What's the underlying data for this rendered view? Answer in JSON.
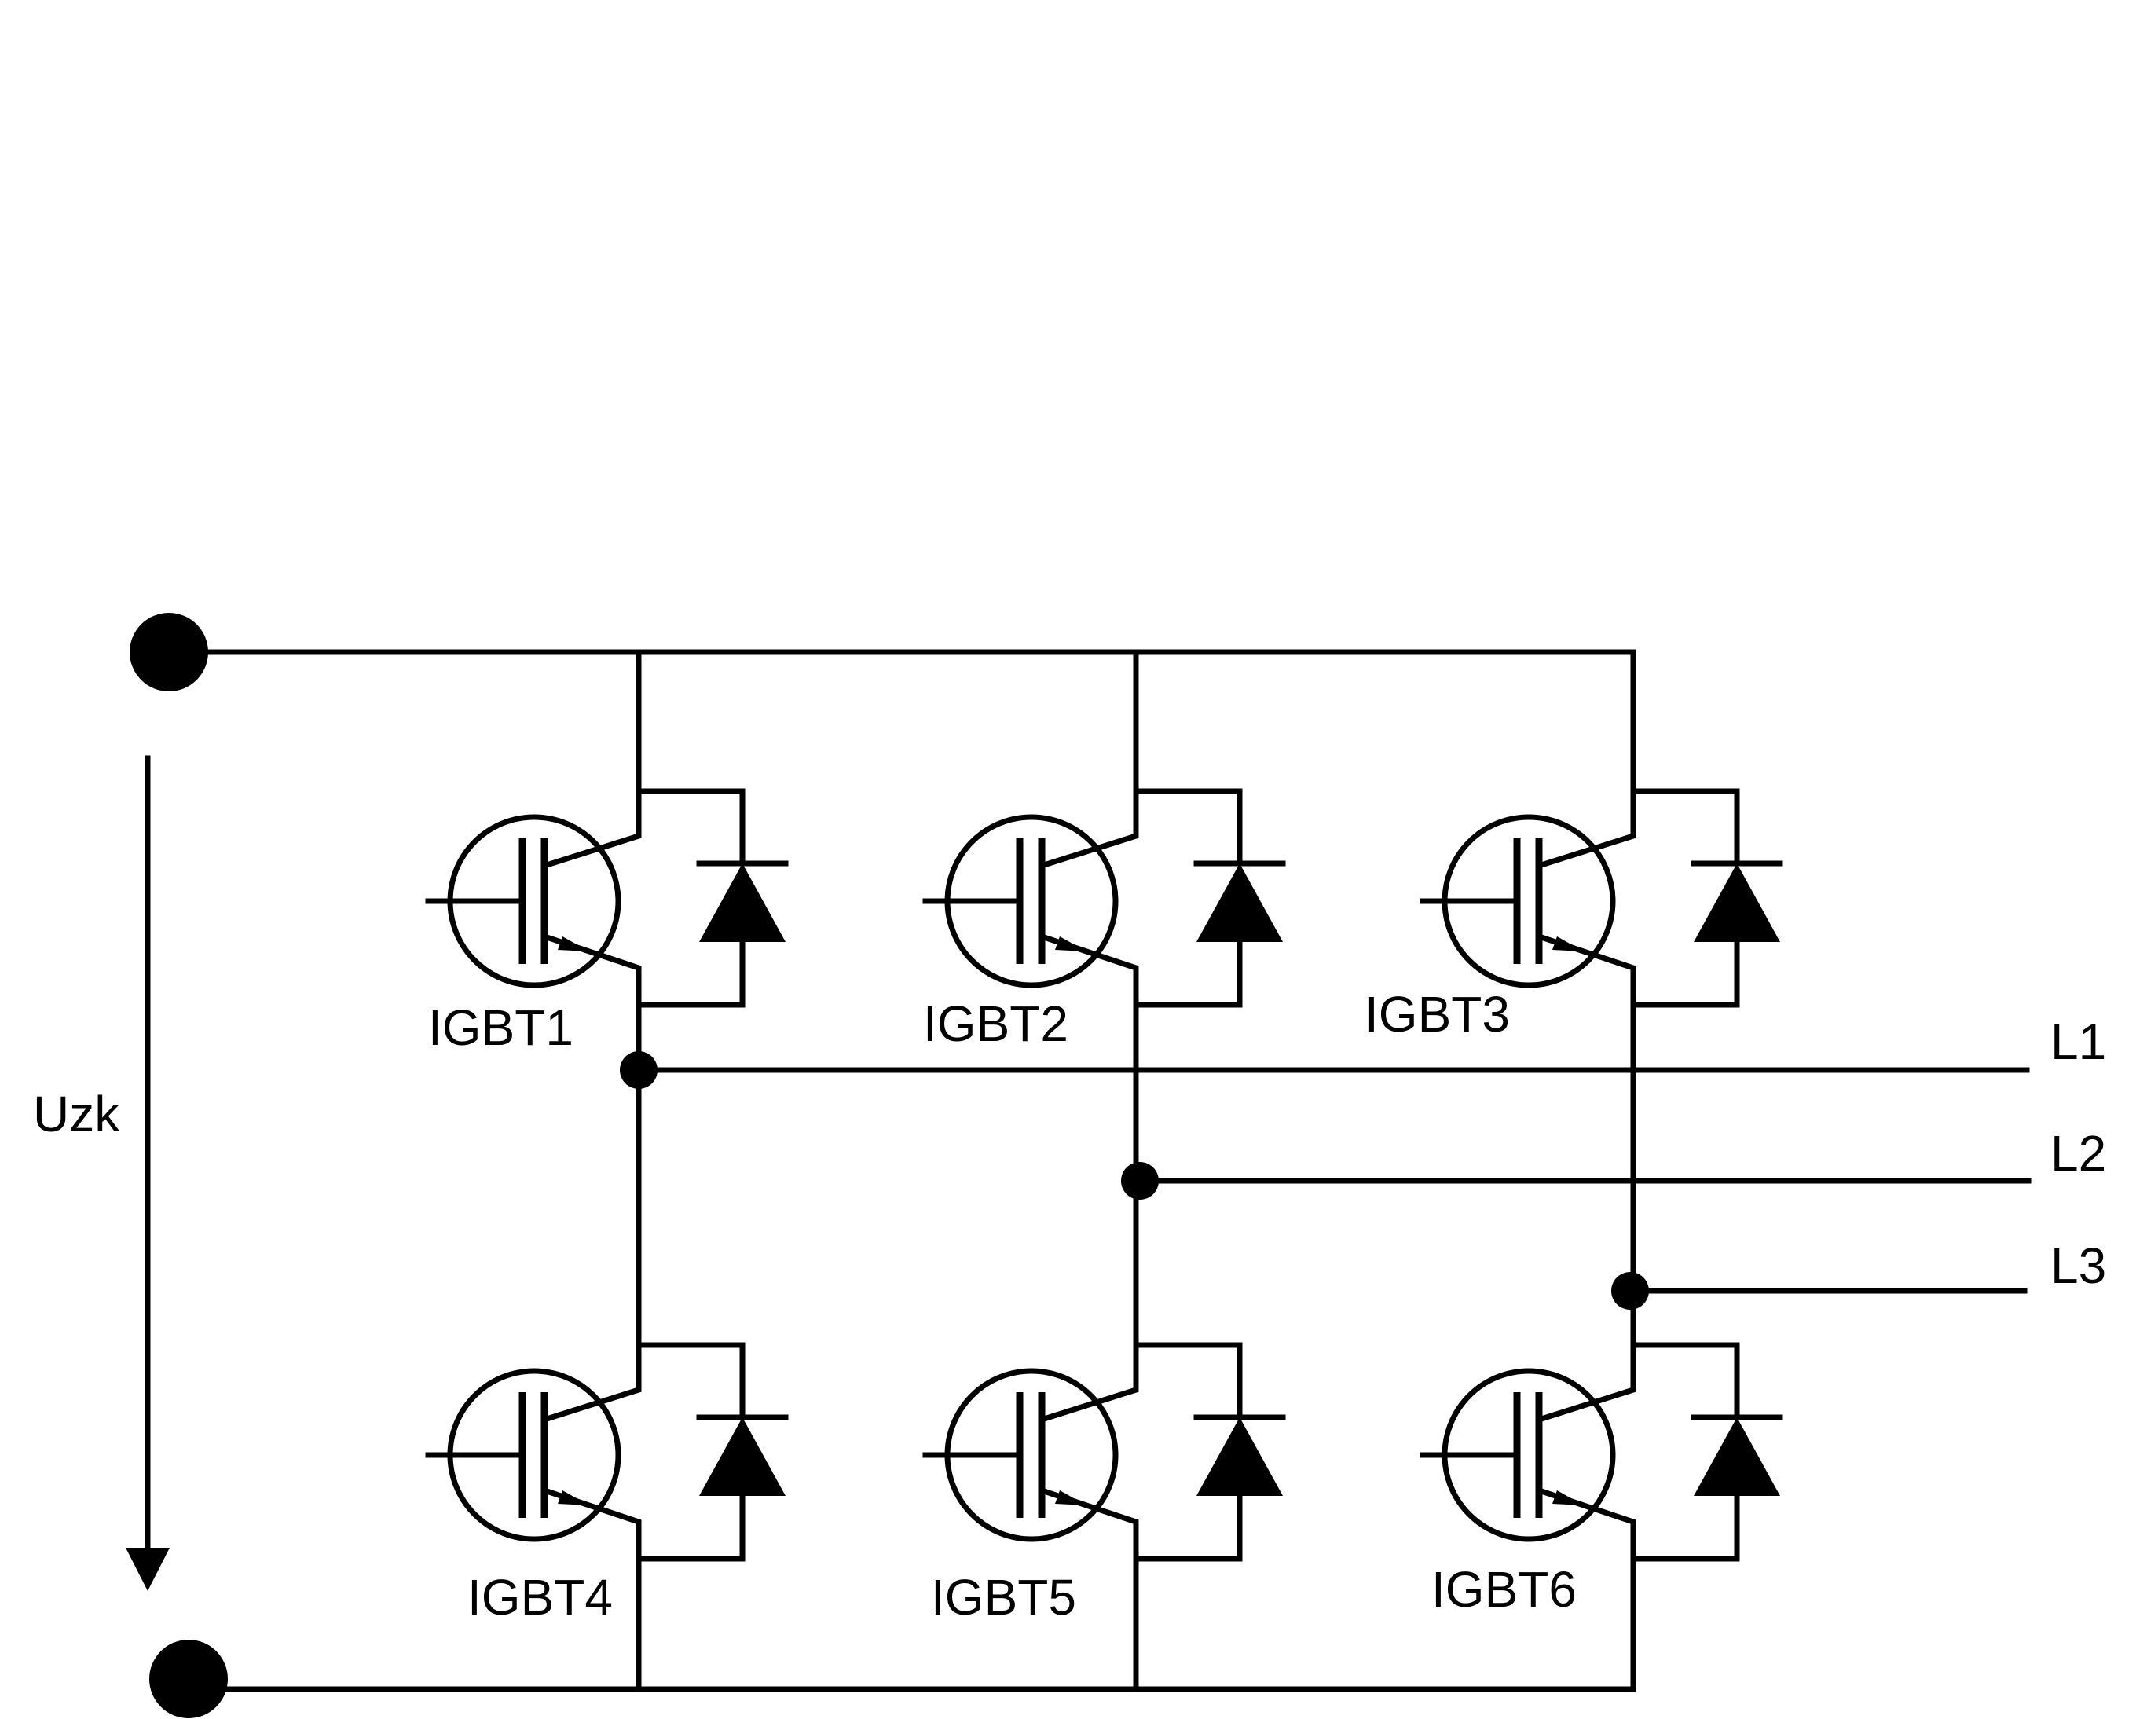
{
  "diagram": {
    "voltage_label": "Uzk",
    "transistors": [
      {
        "id": "igbt1",
        "label": "IGBT1"
      },
      {
        "id": "igbt2",
        "label": "IGBT2"
      },
      {
        "id": "igbt3",
        "label": "IGBT3"
      },
      {
        "id": "igbt4",
        "label": "IGBT4"
      },
      {
        "id": "igbt5",
        "label": "IGBT5"
      },
      {
        "id": "igbt6",
        "label": "IGBT6"
      }
    ],
    "outputs": [
      {
        "id": "l1",
        "label": "L1"
      },
      {
        "id": "l2",
        "label": "L2"
      },
      {
        "id": "l3",
        "label": "L3"
      }
    ]
  }
}
